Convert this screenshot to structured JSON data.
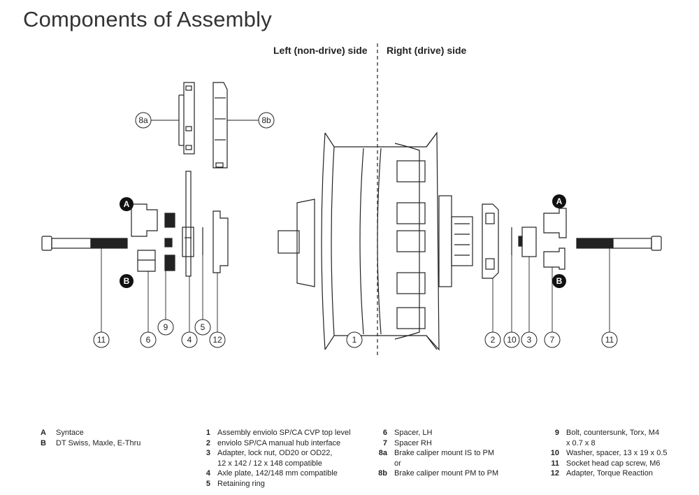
{
  "title": "Components of Assembly",
  "sides": {
    "left": "Left (non-drive) side",
    "right": "Right (drive) side"
  },
  "callouts": {
    "c8a": "8a",
    "c8b": "8b",
    "cA_left": "A",
    "cB_left": "B",
    "cA_right": "A",
    "cB_right": "B",
    "c11_left": "11",
    "c6": "6",
    "c9": "9",
    "c4": "4",
    "c5": "5",
    "c12": "12",
    "c1": "1",
    "c2": "2",
    "c10": "10",
    "c3": "3",
    "c7": "7",
    "c11_right": "11"
  },
  "legend": {
    "col1": [
      {
        "key": "A",
        "text": "Syntace"
      },
      {
        "key": "B",
        "text": "DT Swiss, Maxle, E-Thru"
      }
    ],
    "col2": [
      {
        "key": "1",
        "text": "Assembly enviolo SP/CA CVP top level"
      },
      {
        "key": "2",
        "text": "enviolo SP/CA manual hub interface"
      },
      {
        "key": "3",
        "text": "Adapter, lock nut, OD20 or OD22,"
      },
      {
        "key": "",
        "text": "12 x 142 / 12 x 148 compatible"
      },
      {
        "key": "4",
        "text": "Axle plate, 142/148 mm compatible"
      },
      {
        "key": "5",
        "text": "Retaining ring"
      }
    ],
    "col3": [
      {
        "key": "6",
        "text": "Spacer, LH"
      },
      {
        "key": "7",
        "text": "Spacer RH"
      },
      {
        "key": "8a",
        "text": "Brake caliper mount IS to PM"
      },
      {
        "key": "",
        "text": "or"
      },
      {
        "key": "8b",
        "text": "Brake caliper mount PM to PM"
      }
    ],
    "col4": [
      {
        "key": "9",
        "text": "Bolt, countersunk, Torx, M4"
      },
      {
        "key": "",
        "text": "x 0.7 x 8"
      },
      {
        "key": "10",
        "text": "Washer, spacer, 13 x 19 x 0.5"
      },
      {
        "key": "11",
        "text": "Socket head cap screw, M6"
      },
      {
        "key": "12",
        "text": "Adapter, Torque Reaction"
      }
    ]
  }
}
